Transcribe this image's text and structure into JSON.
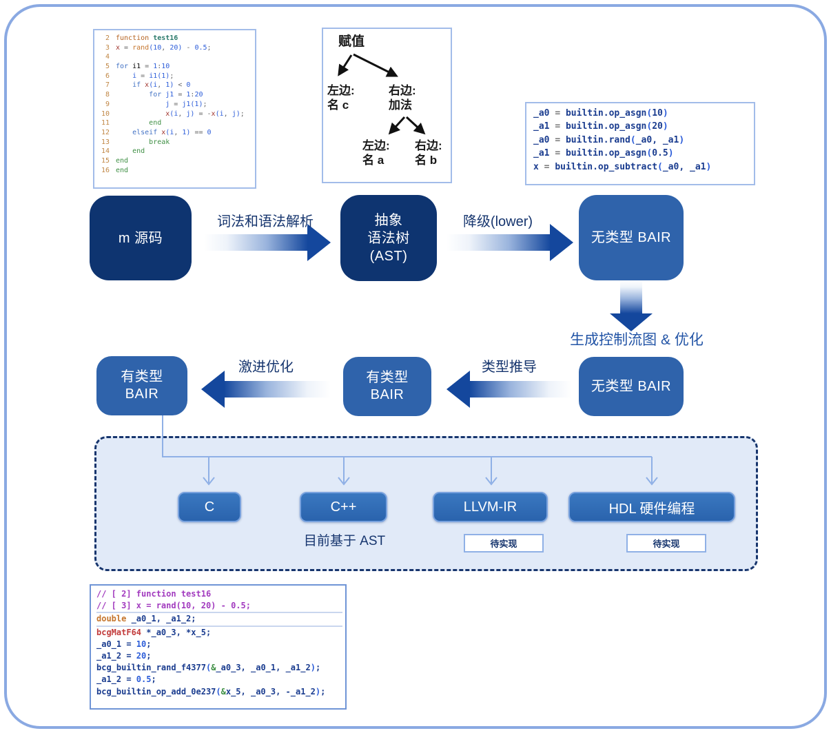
{
  "palette": {
    "frame_border": "#8aa9e2",
    "dark_node": "#0e3470",
    "mid_node": "#2f63ab",
    "arrow_dark": "#14479d",
    "label_navy": "#16356e",
    "cfg_label_blue": "#2254a6",
    "dashed_fill": "#e1eaf8",
    "dashed_border": "#17356d",
    "connector_blue": "#8fb0e6",
    "target_button": "#2d6cb6"
  },
  "ast_tree": {
    "root": "赋值",
    "left_child": "左边:\n名 c",
    "right_child": "右边:\n加法",
    "left_leaf": "左边:\n名 a",
    "right_leaf": "右边:\n名 b"
  },
  "flow": {
    "source_label": "m 源码",
    "lex_arrow_label": "词法和语法解析",
    "ast_label": "抽象\n语法树\n(AST)",
    "lower_arrow_label": "降级(lower)",
    "untyped_label_row1": "无类型 BAIR",
    "cfg_label": "生成控制流图 & 优化",
    "untyped_label_row2": "无类型 BAIR",
    "type_infer_label": "类型推导",
    "typed_label_mid": "有类型\nBAIR",
    "aggressive_opt_label": "激进优化",
    "typed_label_left": "有类型\nBAIR"
  },
  "targets": {
    "buttons": [
      "C",
      "C++",
      "LLVM-IR",
      "HDL 硬件编程"
    ],
    "cpp_note": "目前基于 AST",
    "todo_label": "待实现"
  },
  "code_blocks": {
    "matlab": {
      "gutter": true,
      "lines": [
        {
          "ln": "2",
          "segs": [
            {
              "t": "function ",
              "c": "kw1"
            },
            {
              "t": "test16",
              "c": "fn"
            }
          ]
        },
        {
          "ln": "3",
          "segs": [
            {
              "t": "x",
              "c": "var"
            },
            {
              "t": " = ",
              "c": "op"
            },
            {
              "t": "rand",
              "c": "fn2"
            },
            {
              "t": "(",
              "c": "par"
            },
            {
              "t": "10",
              "c": "num"
            },
            {
              "t": ", ",
              "c": "op"
            },
            {
              "t": "20",
              "c": "num"
            },
            {
              "t": ")",
              "c": "par"
            },
            {
              "t": " - ",
              "c": "op"
            },
            {
              "t": "0.5",
              "c": "num"
            },
            {
              "t": ";",
              "c": "op"
            }
          ]
        },
        {
          "ln": "4",
          "segs": []
        },
        {
          "ln": "5",
          "segs": [
            {
              "t": "for ",
              "c": "kw"
            },
            {
              "t": "i1",
              "c": "var2"
            },
            {
              "t": " = ",
              "c": "op"
            },
            {
              "t": "1",
              "c": "num"
            },
            {
              "t": ":",
              "c": "op"
            },
            {
              "t": "10",
              "c": "num"
            }
          ]
        },
        {
          "ln": "6",
          "segs": [
            {
              "t": "    "
            },
            {
              "t": "i",
              "c": "num"
            },
            {
              "t": " = ",
              "c": "op"
            },
            {
              "t": "i1",
              "c": "num"
            },
            {
              "t": "(",
              "c": "par"
            },
            {
              "t": "1",
              "c": "num"
            },
            {
              "t": ")",
              "c": "par"
            },
            {
              "t": ";",
              "c": "op"
            }
          ]
        },
        {
          "ln": "7",
          "segs": [
            {
              "t": "    "
            },
            {
              "t": "if ",
              "c": "kw"
            },
            {
              "t": "x",
              "c": "var"
            },
            {
              "t": "(",
              "c": "par"
            },
            {
              "t": "i",
              "c": "num"
            },
            {
              "t": ", ",
              "c": "op"
            },
            {
              "t": "1",
              "c": "num"
            },
            {
              "t": ")",
              "c": "par"
            },
            {
              "t": " < ",
              "c": "op"
            },
            {
              "t": "0",
              "c": "num"
            }
          ]
        },
        {
          "ln": "8",
          "segs": [
            {
              "t": "        "
            },
            {
              "t": "for ",
              "c": "kw"
            },
            {
              "t": "j1",
              "c": "num"
            },
            {
              "t": " = ",
              "c": "op"
            },
            {
              "t": "1",
              "c": "num"
            },
            {
              "t": ":",
              "c": "op"
            },
            {
              "t": "20",
              "c": "num"
            }
          ]
        },
        {
          "ln": "9",
          "segs": [
            {
              "t": "            "
            },
            {
              "t": "j",
              "c": "num"
            },
            {
              "t": " = ",
              "c": "op"
            },
            {
              "t": "j1",
              "c": "num"
            },
            {
              "t": "(",
              "c": "par"
            },
            {
              "t": "1",
              "c": "num"
            },
            {
              "t": ")",
              "c": "par"
            },
            {
              "t": ";",
              "c": "op"
            }
          ]
        },
        {
          "ln": "10",
          "segs": [
            {
              "t": "            "
            },
            {
              "t": "x",
              "c": "var"
            },
            {
              "t": "(",
              "c": "par"
            },
            {
              "t": "i",
              "c": "num"
            },
            {
              "t": ", ",
              "c": "op"
            },
            {
              "t": "j",
              "c": "num"
            },
            {
              "t": ")",
              "c": "par"
            },
            {
              "t": " = -",
              "c": "op"
            },
            {
              "t": "x",
              "c": "var"
            },
            {
              "t": "(",
              "c": "par"
            },
            {
              "t": "i",
              "c": "num"
            },
            {
              "t": ", ",
              "c": "op"
            },
            {
              "t": "j",
              "c": "num"
            },
            {
              "t": ")",
              "c": "par"
            },
            {
              "t": ";",
              "c": "op"
            }
          ]
        },
        {
          "ln": "11",
          "segs": [
            {
              "t": "        "
            },
            {
              "t": "end",
              "c": "kwend"
            }
          ]
        },
        {
          "ln": "12",
          "segs": [
            {
              "t": "    "
            },
            {
              "t": "elseif ",
              "c": "kw"
            },
            {
              "t": "x",
              "c": "var"
            },
            {
              "t": "(",
              "c": "par"
            },
            {
              "t": "i",
              "c": "num"
            },
            {
              "t": ", ",
              "c": "op"
            },
            {
              "t": "1",
              "c": "num"
            },
            {
              "t": ")",
              "c": "par"
            },
            {
              "t": " == ",
              "c": "op"
            },
            {
              "t": "0",
              "c": "num"
            }
          ]
        },
        {
          "ln": "13",
          "segs": [
            {
              "t": "        "
            },
            {
              "t": "break",
              "c": "kwend"
            }
          ]
        },
        {
          "ln": "14",
          "segs": [
            {
              "t": "    "
            },
            {
              "t": "end",
              "c": "kwend"
            }
          ]
        },
        {
          "ln": "15",
          "segs": [
            {
              "t": "end",
              "c": "kwend"
            }
          ]
        },
        {
          "ln": "16",
          "segs": [
            {
              "t": "end",
              "c": "kwend"
            }
          ]
        }
      ]
    },
    "bair": {
      "gutter": false,
      "lines": [
        {
          "segs": [
            {
              "t": "_a0 ",
              "c": "navy"
            },
            {
              "t": "= ",
              "c": "eq"
            },
            {
              "t": "builtin.op_asgn",
              "c": "navy"
            },
            {
              "t": "(",
              "c": "par"
            },
            {
              "t": "10",
              "c": "navy"
            },
            {
              "t": ")",
              "c": "par"
            }
          ]
        },
        {
          "segs": [
            {
              "t": "_a1 ",
              "c": "navy"
            },
            {
              "t": "= ",
              "c": "eq"
            },
            {
              "t": "builtin.op_asgn",
              "c": "navy"
            },
            {
              "t": "(",
              "c": "par"
            },
            {
              "t": "20",
              "c": "navy"
            },
            {
              "t": ")",
              "c": "par"
            }
          ]
        },
        {
          "segs": [
            {
              "t": "_a0 ",
              "c": "navy"
            },
            {
              "t": "= ",
              "c": "eq"
            },
            {
              "t": "builtin.rand",
              "c": "navy"
            },
            {
              "t": "(",
              "c": "par"
            },
            {
              "t": "_a0, _a1",
              "c": "navy"
            },
            {
              "t": ")",
              "c": "par"
            }
          ]
        },
        {
          "segs": [
            {
              "t": "_a1 ",
              "c": "navy"
            },
            {
              "t": "= ",
              "c": "eq"
            },
            {
              "t": "builtin.op_asgn",
              "c": "navy"
            },
            {
              "t": "(",
              "c": "par"
            },
            {
              "t": "0.5",
              "c": "navy"
            },
            {
              "t": ")",
              "c": "par"
            }
          ]
        },
        {
          "segs": [
            {
              "t": "x ",
              "c": "navy"
            },
            {
              "t": "= ",
              "c": "eq"
            },
            {
              "t": "builtin.op_subtract",
              "c": "navy"
            },
            {
              "t": "(",
              "c": "par"
            },
            {
              "t": "_a0, _a1",
              "c": "navy"
            },
            {
              "t": ")",
              "c": "par"
            }
          ]
        }
      ]
    },
    "ccode": {
      "gutter": false,
      "lines": [
        {
          "segs": [
            {
              "t": "// [ 2] function test16",
              "c": "comment"
            }
          ]
        },
        {
          "sep": true,
          "segs": [
            {
              "t": "// [ 3] x = rand(10, 20) - 0.5;",
              "c": "comment"
            }
          ]
        },
        {
          "sep": true,
          "segs": [
            {
              "t": "double",
              "c": "kwc"
            },
            {
              "t": " _a0_1, _a1_2;",
              "c": "navy"
            }
          ]
        },
        {
          "segs": [
            {
              "t": "bcgMatF64",
              "c": "type"
            },
            {
              "t": " *_a0_3, *x_5;",
              "c": "navy"
            }
          ]
        },
        {
          "segs": [
            {
              "t": "_a0_1 = ",
              "c": "navy"
            },
            {
              "t": "10",
              "c": "num2"
            },
            {
              "t": ";",
              "c": "navy"
            }
          ]
        },
        {
          "segs": [
            {
              "t": "_a1_2 = ",
              "c": "navy"
            },
            {
              "t": "20",
              "c": "num2"
            },
            {
              "t": ";",
              "c": "navy"
            }
          ]
        },
        {
          "segs": [
            {
              "t": "bcg_builtin_rand_f4377",
              "c": "navy"
            },
            {
              "t": "(",
              "c": "par"
            },
            {
              "t": "&",
              "c": "amp"
            },
            {
              "t": "_a0_3, _a0_1, _a1_2",
              "c": "navy"
            },
            {
              "t": ")",
              "c": "par"
            },
            {
              "t": ";",
              "c": "navy"
            }
          ]
        },
        {
          "segs": [
            {
              "t": "_a1_2 = ",
              "c": "navy"
            },
            {
              "t": "0.5",
              "c": "num2"
            },
            {
              "t": ";",
              "c": "navy"
            }
          ]
        },
        {
          "segs": [
            {
              "t": "bcg_builtin_op_add_0e237",
              "c": "navy"
            },
            {
              "t": "(",
              "c": "par"
            },
            {
              "t": "&",
              "c": "amp"
            },
            {
              "t": "x_5, _a0_3, -_a1_2",
              "c": "navy"
            },
            {
              "t": ")",
              "c": "par"
            },
            {
              "t": ";",
              "c": "navy"
            }
          ]
        }
      ]
    }
  }
}
